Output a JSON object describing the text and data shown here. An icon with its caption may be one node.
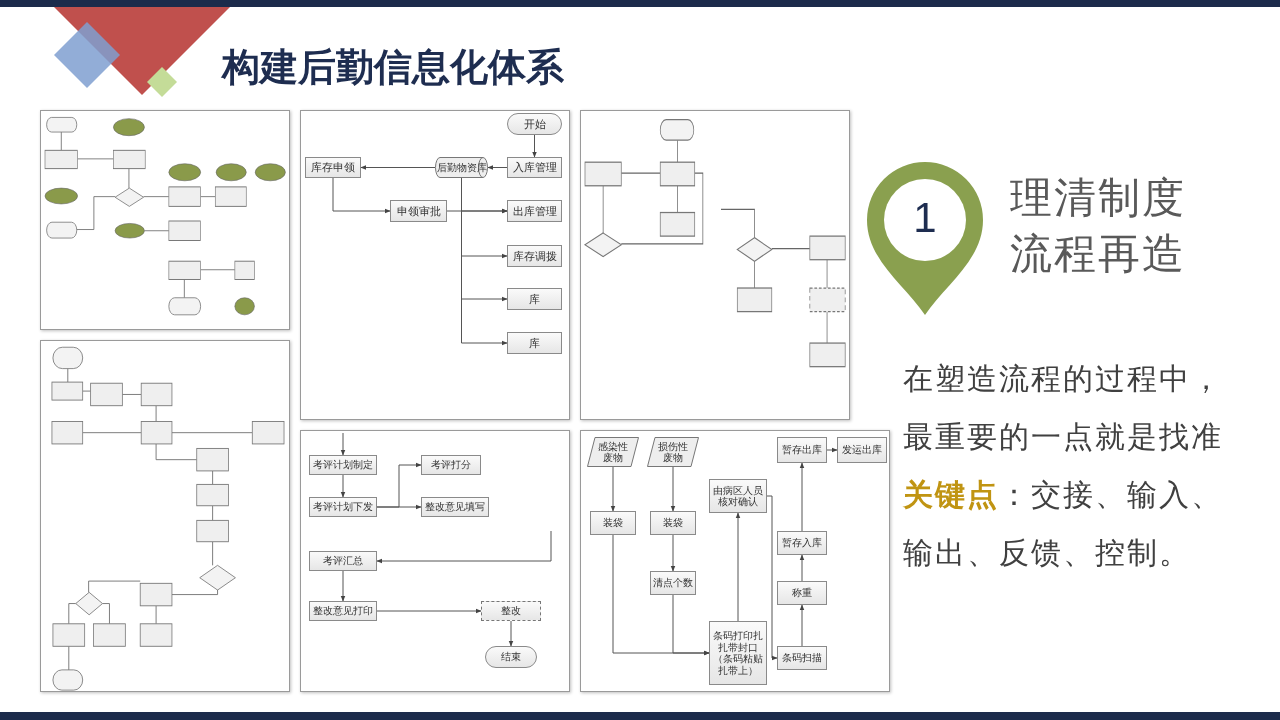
{
  "diagram": {
    "title": "构建后勤信息化体系",
    "nodes": [
      {
        "text": [],
        "shape": "picture"
      },
      {
        "text": [],
        "shape": "picture"
      },
      {
        "text": [],
        "shape": "box"
      },
      {
        "text": [
          "开始"
        ],
        "in": 2
      },
      {
        "text": [
          "入库管理"
        ],
        "in": 2
      },
      {
        "text": [
          "后勤物资库"
        ],
        "in": 2
      },
      {
        "text": [
          "库存申领"
        ],
        "in": 2
      },
      {
        "text": [
          "申领审批"
        ],
        "in": 2
      },
      {
        "text": [
          "出库管理"
        ],
        "in": 2
      },
      {
        "text": [
          "库存调拨"
        ],
        "in": 2
      },
      {
        "text": [
          "库"
        ],
        "in": 2
      },
      {
        "text": [
          "库"
        ],
        "in": 2
      },
      {
        "text": [],
        "shape": "picture"
      },
      {
        "text": [],
        "shape": "box"
      },
      {
        "text": [
          "考评计划制定"
        ],
        "in": 13
      },
      {
        "text": [
          "考评打分"
        ],
        "in": 13
      },
      {
        "text": [
          "考评计划下发"
        ],
        "in": 13
      },
      {
        "text": [
          "整改意见填写"
        ],
        "in": 13
      },
      {
        "text": [
          "考评汇总"
        ],
        "in": 13
      },
      {
        "text": [
          "整改意见打印"
        ],
        "in": 13
      },
      {
        "text": [
          "整改"
        ],
        "in": 13
      },
      {
        "text": [
          "结束"
        ],
        "in": 13
      },
      {
        "text": [],
        "shape": "box"
      },
      {
        "text": [
          "感染性废物"
        ],
        "in": 22
      },
      {
        "text": [
          "损伤性废物"
        ],
        "in": 22
      },
      {
        "text": [
          "装袋"
        ],
        "in": 22
      },
      {
        "text": [
          "装袋"
        ],
        "in": 22
      },
      {
        "text": [
          "清点个数"
        ],
        "in": 22
      },
      {
        "text": [
          "条码打印扎扎带封口（条码粘贴扎带上）"
        ],
        "in": 22
      },
      {
        "text": [
          "由病区人员核对确认"
        ],
        "in": 22
      },
      {
        "text": [
          "暂存出库"
        ],
        "in": 22
      },
      {
        "text": [
          "发运出库"
        ],
        "in": 22
      },
      {
        "text": [
          "暂存入库"
        ],
        "in": 22
      },
      {
        "text": [
          "称重"
        ],
        "in": 22
      },
      {
        "text": [
          "条码扫描"
        ],
        "in": 22
      },
      {
        "text": [
          "1"
        ],
        "beside": [
          "理清制度流程再造"
        ]
      }
    ],
    "edges": [
      {
        "from": 3,
        "to": 4,
        "arrow": "to"
      },
      {
        "from": 4,
        "to": 5,
        "arrow": "to"
      },
      {
        "from": 5,
        "to": 6,
        "arrow": "to"
      },
      {
        "from": 6,
        "to": 7,
        "arrow": "to"
      },
      {
        "from": 7,
        "to": 8,
        "arrow": "to"
      },
      {
        "from": 5,
        "to": 8,
        "arrow": "to"
      },
      {
        "from": 5,
        "to": 9,
        "arrow": "to"
      },
      {
        "from": 5,
        "to": 10,
        "arrow": "to"
      },
      {
        "from": 5,
        "to": 11,
        "arrow": "to"
      },
      {
        "from": null,
        "to": 14,
        "arrow": "to"
      },
      {
        "from": 14,
        "to": 16,
        "arrow": "to"
      },
      {
        "from": 16,
        "to": 15,
        "arrow": "to"
      },
      {
        "from": 16,
        "to": 17,
        "arrow": "to"
      },
      {
        "from": null,
        "to": 18,
        "arrow": "to"
      },
      {
        "from": 18,
        "to": 19,
        "arrow": "to"
      },
      {
        "from": 19,
        "to": 20,
        "arrow": "to"
      },
      {
        "from": 20,
        "to": 21,
        "arrow": "to"
      },
      {
        "from": 23,
        "to": 25,
        "arrow": "to"
      },
      {
        "from": 24,
        "to": 26,
        "arrow": "to"
      },
      {
        "from": 26,
        "to": 27,
        "arrow": "to"
      },
      {
        "from": 25,
        "to": 28,
        "arrow": "to"
      },
      {
        "from": 27,
        "to": 28,
        "arrow": "to"
      },
      {
        "from": 28,
        "to": 29,
        "arrow": "to"
      },
      {
        "from": 29,
        "to": 34,
        "arrow": "to"
      },
      {
        "from": 34,
        "to": 33,
        "arrow": "to"
      },
      {
        "from": 33,
        "to": 32,
        "arrow": "to"
      },
      {
        "from": 32,
        "to": 30,
        "arrow": "to"
      },
      {
        "from": 30,
        "to": 31,
        "arrow": "to"
      }
    ],
    "labels": [
      "在塑造流程的过程中，最重要的一点就是找准**关键点**：交接、输入、输出、反馈、控制。"
    ]
  }
}
